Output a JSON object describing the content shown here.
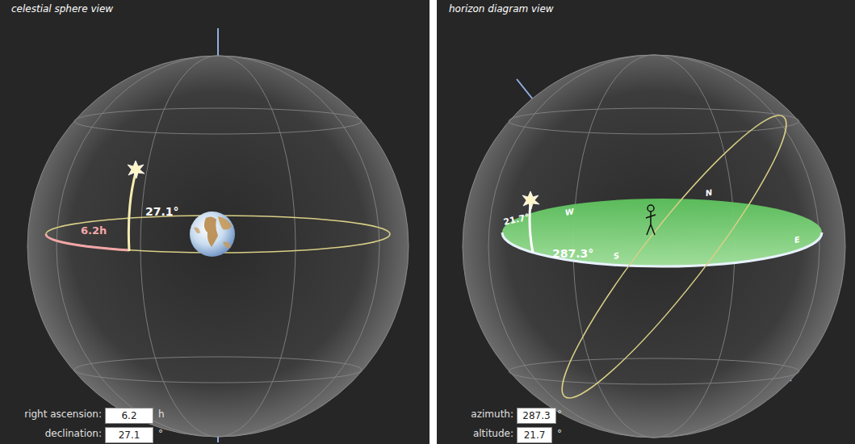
{
  "diagram": {
    "nodes": [
      {
        "text": [
          "6.2"
        ]
      },
      {
        "text": [
          "27.1"
        ]
      },
      {
        "text": [
          "287.3"
        ]
      },
      {
        "text": [
          "21.7"
        ]
      }
    ],
    "labels": [
      "celestial sphere view",
      "6.2h",
      "27.1°",
      "right ascension:",
      "h",
      "declination:",
      "°",
      "horizon diagram view",
      "21.7°",
      "287.3°",
      "azimuth:",
      "°",
      "altitude:",
      "°",
      "N",
      "E",
      "S",
      "W"
    ]
  }
}
